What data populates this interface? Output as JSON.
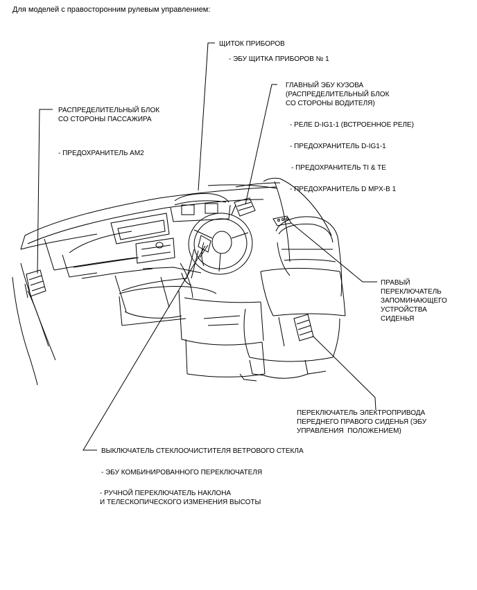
{
  "heading": "Для моделей с правосторонним рулевым управлением:",
  "labels": {
    "instrument_panel": "ЩИТОК ПРИБОРОВ",
    "meter_ecu": "- ЭБУ ЩИТКА ПРИБОРОВ № 1",
    "main_body_ecu": "ГЛАВНЫЙ ЭБУ КУЗОВА\n(РАСПРЕДЕЛИТЕЛЬНЫЙ БЛОК\nСО СТОРОНЫ ВОДИТЕЛЯ)",
    "relay_dig1": "- РЕЛЕ D-IG1-1 (ВСТРОЕННОЕ РЕЛЕ)",
    "fuse_dig1": "- ПРЕДОХРАНИТЕЛЬ D-IG1-1",
    "fuse_tite": "- ПРЕДОХРАНИТЕЛЬ TI & TE",
    "fuse_dmpx": "- ПРЕДОХРАНИТЕЛЬ D MPX-B 1",
    "passenger_jb": "РАСПРЕДЕЛИТЕЛЬНЫЙ БЛОК\nСО СТОРОНЫ ПАССАЖИРА",
    "fuse_am2": "- ПРЕДОХРАНИТЕЛЬ AM2",
    "seat_memory_switch": "ПРАВЫЙ\nПЕРЕКЛЮЧАТЕЛЬ\nЗАПОМИНАЮЩЕГО\nУСТРОЙСТВА\nСИДЕНЬЯ",
    "power_seat_switch": "ПЕРЕКЛЮЧАТЕЛЬ ЭЛЕКТРОПРИВОДА\nПЕРЕДНЕГО ПРАВОГО СИДЕНЬЯ (ЭБУ\nУПРАВЛЕНИЯ  ПОЛОЖЕНИЕМ)",
    "wiper_switch": "ВЫКЛЮЧАТЕЛЬ СТЕКЛООЧИСТИТЕЛЯ ВЕТРОВОГО СТЕКЛА",
    "combination_switch_ecu": "- ЭБУ КОМБИНИРОВАННОГО ПЕРЕКЛЮЧАТЕЛЯ",
    "tilt_telescopic_switch": "- РУЧНОЙ ПЕРЕКЛЮЧАТЕЛЬ НАКЛОНА\nИ ТЕЛЕСКОПИЧЕСКОГО ИЗМЕНЕНИЯ ВЫСОТЫ"
  }
}
